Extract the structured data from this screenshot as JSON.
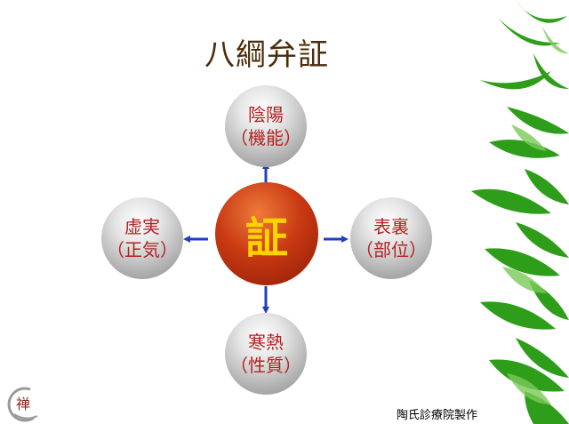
{
  "title": "八綱弁証",
  "center": {
    "label": "証"
  },
  "nodes": {
    "top": {
      "line1": "陰陽",
      "line2": "（機能）"
    },
    "left": {
      "line1": "虚実",
      "line2": "（正気）"
    },
    "right": {
      "line1": "表裏",
      "line2": "（部位）"
    },
    "bottom": {
      "line1": "寒熱",
      "line2": "（性質）"
    }
  },
  "footer": {
    "credit": "陶氏診療院製作"
  },
  "logo": {
    "glyph": "禅"
  },
  "colors": {
    "title": "#4a2c0a",
    "node_text": "#b22222",
    "center_text": "#ffd400",
    "center_fill": "#c83a12",
    "arrow": "#1f3fbf",
    "bamboo_leaf": "#2e9e1a"
  }
}
